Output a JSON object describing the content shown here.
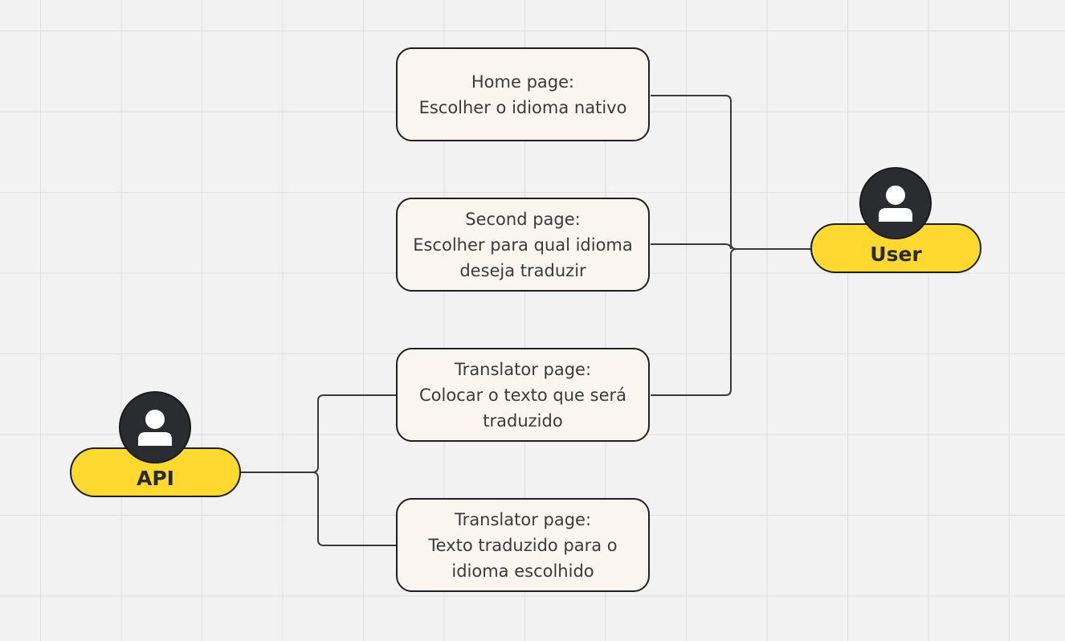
{
  "cards": [
    {
      "lines": [
        "Home page:",
        "Escolher o idioma nativo"
      ]
    },
    {
      "lines": [
        "Second page:",
        "Escolher para qual idioma",
        "deseja traduzir"
      ]
    },
    {
      "lines": [
        "Translator page:",
        "Colocar o texto que será",
        "traduzido"
      ]
    },
    {
      "lines": [
        "Translator page:",
        "Texto traduzido para o",
        "idioma escolhido"
      ]
    }
  ],
  "actors": {
    "user": {
      "label": "User",
      "icon": "user-icon"
    },
    "api": {
      "label": "API",
      "icon": "user-icon"
    }
  },
  "colors": {
    "pill": "#ffd92f",
    "card_background": "#faf6ef",
    "avatar": "#2b2c30",
    "line": "#3a3a3a"
  }
}
